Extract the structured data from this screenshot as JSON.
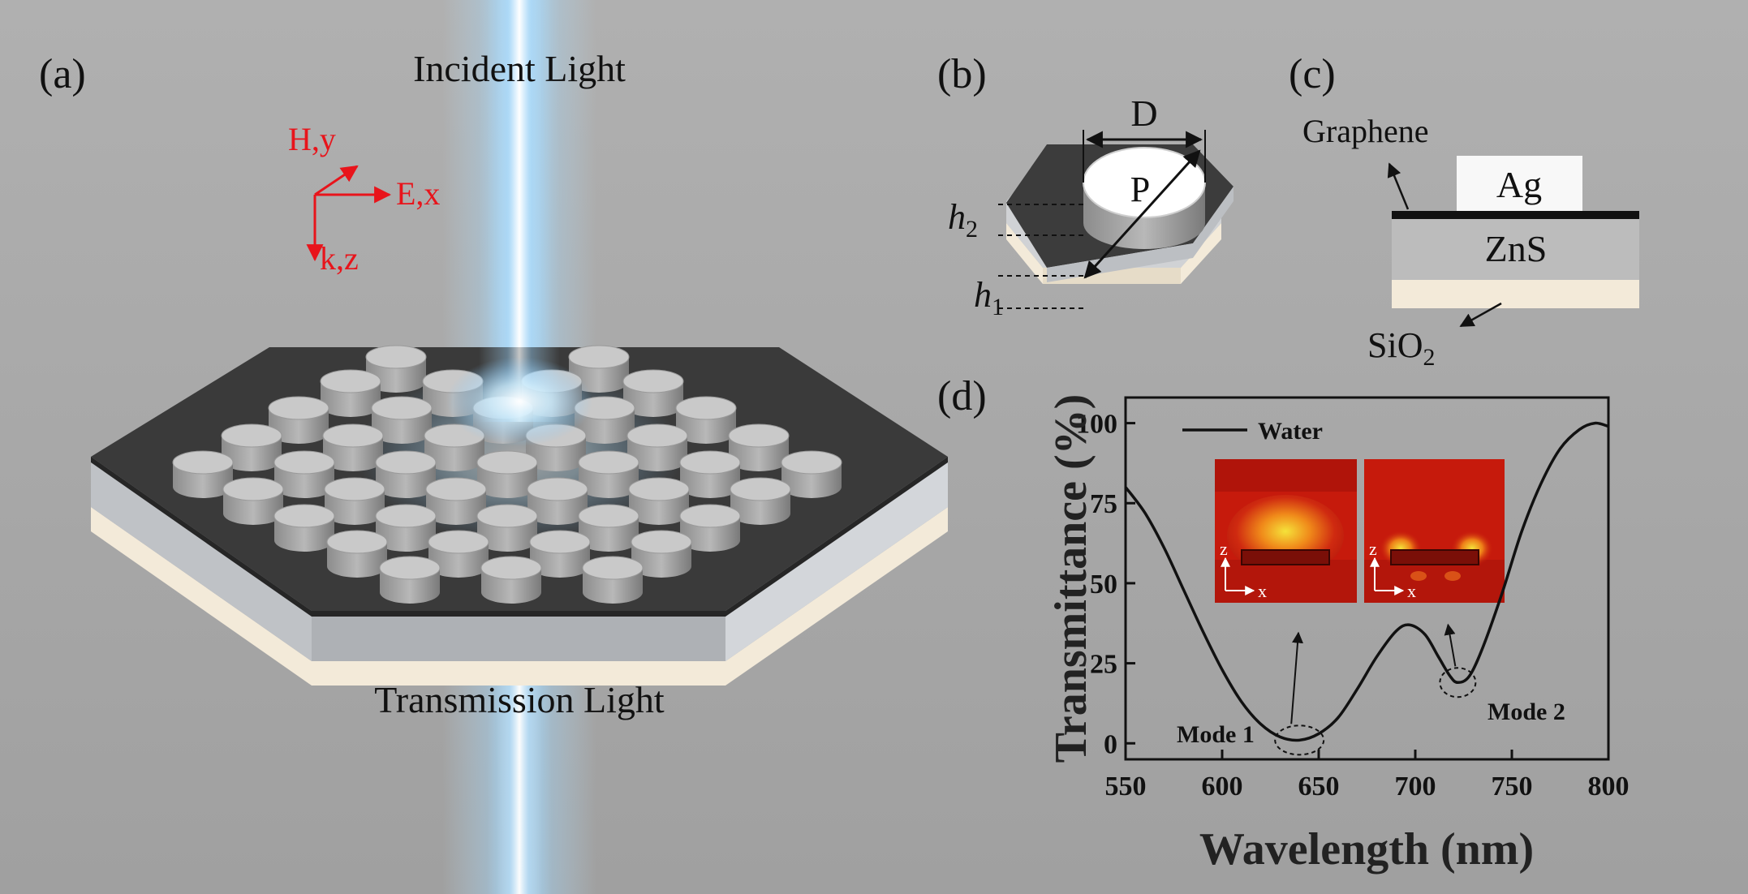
{
  "panel_a": {
    "label": "(a)",
    "incident_light": "Incident Light",
    "transmission_light": "Transmission Light",
    "axis_h": "H,y",
    "axis_e": "E,x",
    "axis_k": "k,z",
    "axis_color": "#e8141b"
  },
  "panel_b": {
    "label": "(b)",
    "dim_d": "D",
    "dim_p": "P",
    "h2_base": "h",
    "h2_sub": "2",
    "h1_base": "h",
    "h1_sub": "1"
  },
  "panel_c": {
    "label": "(c)",
    "graphene": "Graphene",
    "ag": "Ag",
    "zns": "ZnS",
    "sio2_base": "SiO",
    "sio2_sub": "2"
  },
  "panel_d": {
    "label": "(d)",
    "inset_axis_z": "z",
    "inset_axis_x": "x",
    "mode1": "Mode 1",
    "mode2": "Mode 2"
  },
  "colors": {
    "background_gray": "#a8a8a8",
    "substrate_dark": "#3a3a3a",
    "zns_gray": "#bcbcbc",
    "sio2_cream": "#f3ead9",
    "light_beam": "#bfe6ff",
    "field_red": "#c61a0c",
    "field_yellow": "#f5e23a"
  },
  "chart_data": {
    "type": "line",
    "title": "",
    "xlabel": "Wavelength (nm)",
    "ylabel": "Transmittance (%)",
    "xlim": [
      550,
      800
    ],
    "ylim": [
      -5,
      108
    ],
    "xticks": [
      550,
      600,
      650,
      700,
      750,
      800
    ],
    "yticks": [
      0,
      25,
      50,
      75,
      100
    ],
    "legend_position": "top-left",
    "grid": false,
    "series": [
      {
        "name": "Water",
        "x": [
          550,
          560,
          570,
          580,
          590,
          600,
          610,
          620,
          630,
          640,
          650,
          660,
          670,
          680,
          690,
          697,
          705,
          712,
          718,
          722,
          728,
          735,
          745,
          755,
          765,
          775,
          785,
          793,
          800
        ],
        "y": [
          80,
          72,
          61,
          48,
          35,
          23,
          13,
          6,
          2,
          1,
          3,
          8,
          17,
          27,
          35,
          37,
          34,
          27,
          21,
          19,
          21,
          30,
          47,
          66,
          81,
          92,
          98,
          100,
          99
        ]
      }
    ],
    "annotations": [
      "Mode 1",
      "Mode 2"
    ]
  }
}
